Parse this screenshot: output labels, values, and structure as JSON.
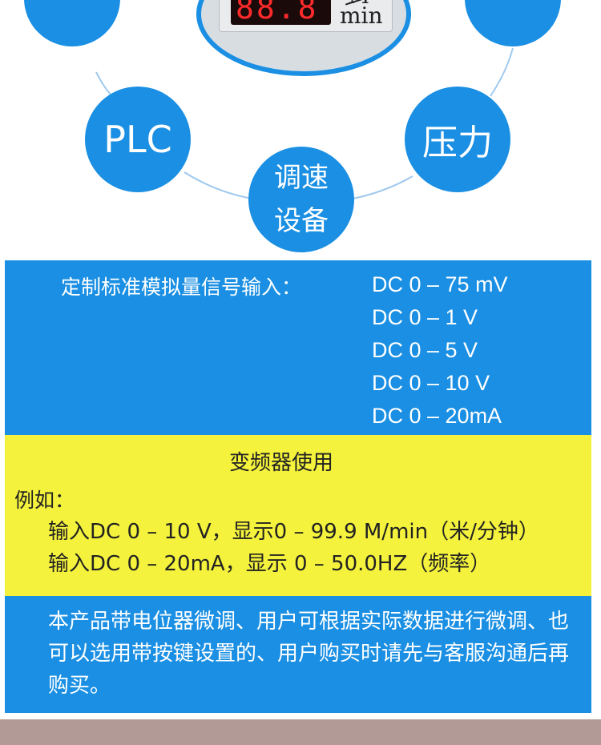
{
  "applications": {
    "top_left": "",
    "top_right": "",
    "plc": "PLC",
    "pressure": "压力",
    "speed_device_line1": "调速",
    "speed_device_line2": "设备"
  },
  "device": {
    "readout": "88.8",
    "unit_top": "M",
    "unit_bottom": "min"
  },
  "signals": {
    "label": "定制标准模拟量信号输入：",
    "values": [
      "DC 0 – 75 mV",
      "DC 0 – 1 V",
      "DC 0 – 5 V",
      "DC 0 – 10 V",
      "DC 0 – 20mA"
    ]
  },
  "inverter": {
    "title": "变频器使用",
    "example_label": "例如：",
    "example_1": "输入DC 0 – 10 V，显示0 – 99.9 M/min（米/分钟）",
    "example_2": "输入DC 0 – 20mA，显示 0 – 50.0HZ（频率）"
  },
  "note": {
    "text": "本产品带电位器微调、用户可根据实际数据进行微调、也可以选用带按键设置的、用户购买时请先与客服沟通后再购买。"
  },
  "colors": {
    "blue": "#1a8fe3",
    "yellow": "#f4f23c",
    "display_red": "#ff2a2a"
  }
}
